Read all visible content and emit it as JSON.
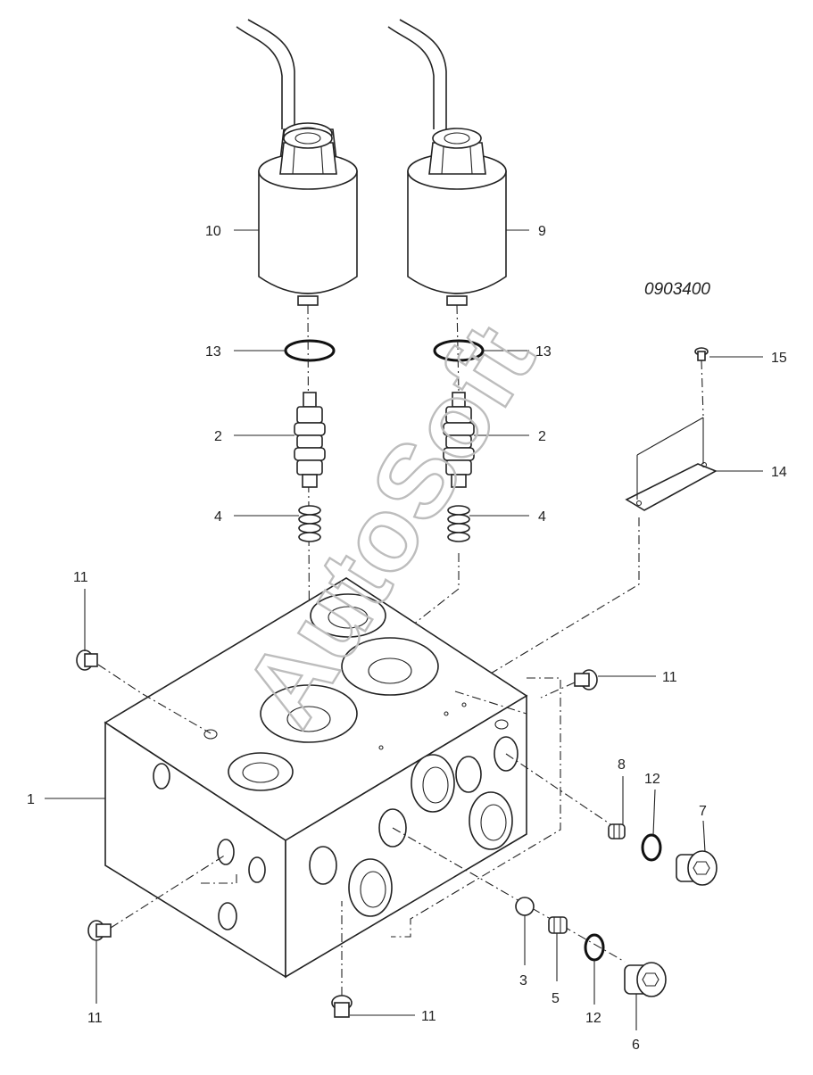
{
  "drawing_number": "0903400",
  "watermark": "AutoSoft",
  "callouts": [
    {
      "id": "c10",
      "label": "10"
    },
    {
      "id": "c9",
      "label": "9"
    },
    {
      "id": "c13a",
      "label": "13"
    },
    {
      "id": "c13b",
      "label": "13"
    },
    {
      "id": "c15",
      "label": "15"
    },
    {
      "id": "c2a",
      "label": "2"
    },
    {
      "id": "c2b",
      "label": "2"
    },
    {
      "id": "c14",
      "label": "14"
    },
    {
      "id": "c4a",
      "label": "4"
    },
    {
      "id": "c4b",
      "label": "4"
    },
    {
      "id": "c11a",
      "label": "11"
    },
    {
      "id": "c11b",
      "label": "11"
    },
    {
      "id": "c1",
      "label": "1"
    },
    {
      "id": "c8",
      "label": "8"
    },
    {
      "id": "c12a",
      "label": "12"
    },
    {
      "id": "c7",
      "label": "7"
    },
    {
      "id": "c3",
      "label": "3"
    },
    {
      "id": "c5",
      "label": "5"
    },
    {
      "id": "c12b",
      "label": "12"
    },
    {
      "id": "c6",
      "label": "6"
    },
    {
      "id": "c11c",
      "label": "11"
    },
    {
      "id": "c11d",
      "label": "11"
    }
  ]
}
